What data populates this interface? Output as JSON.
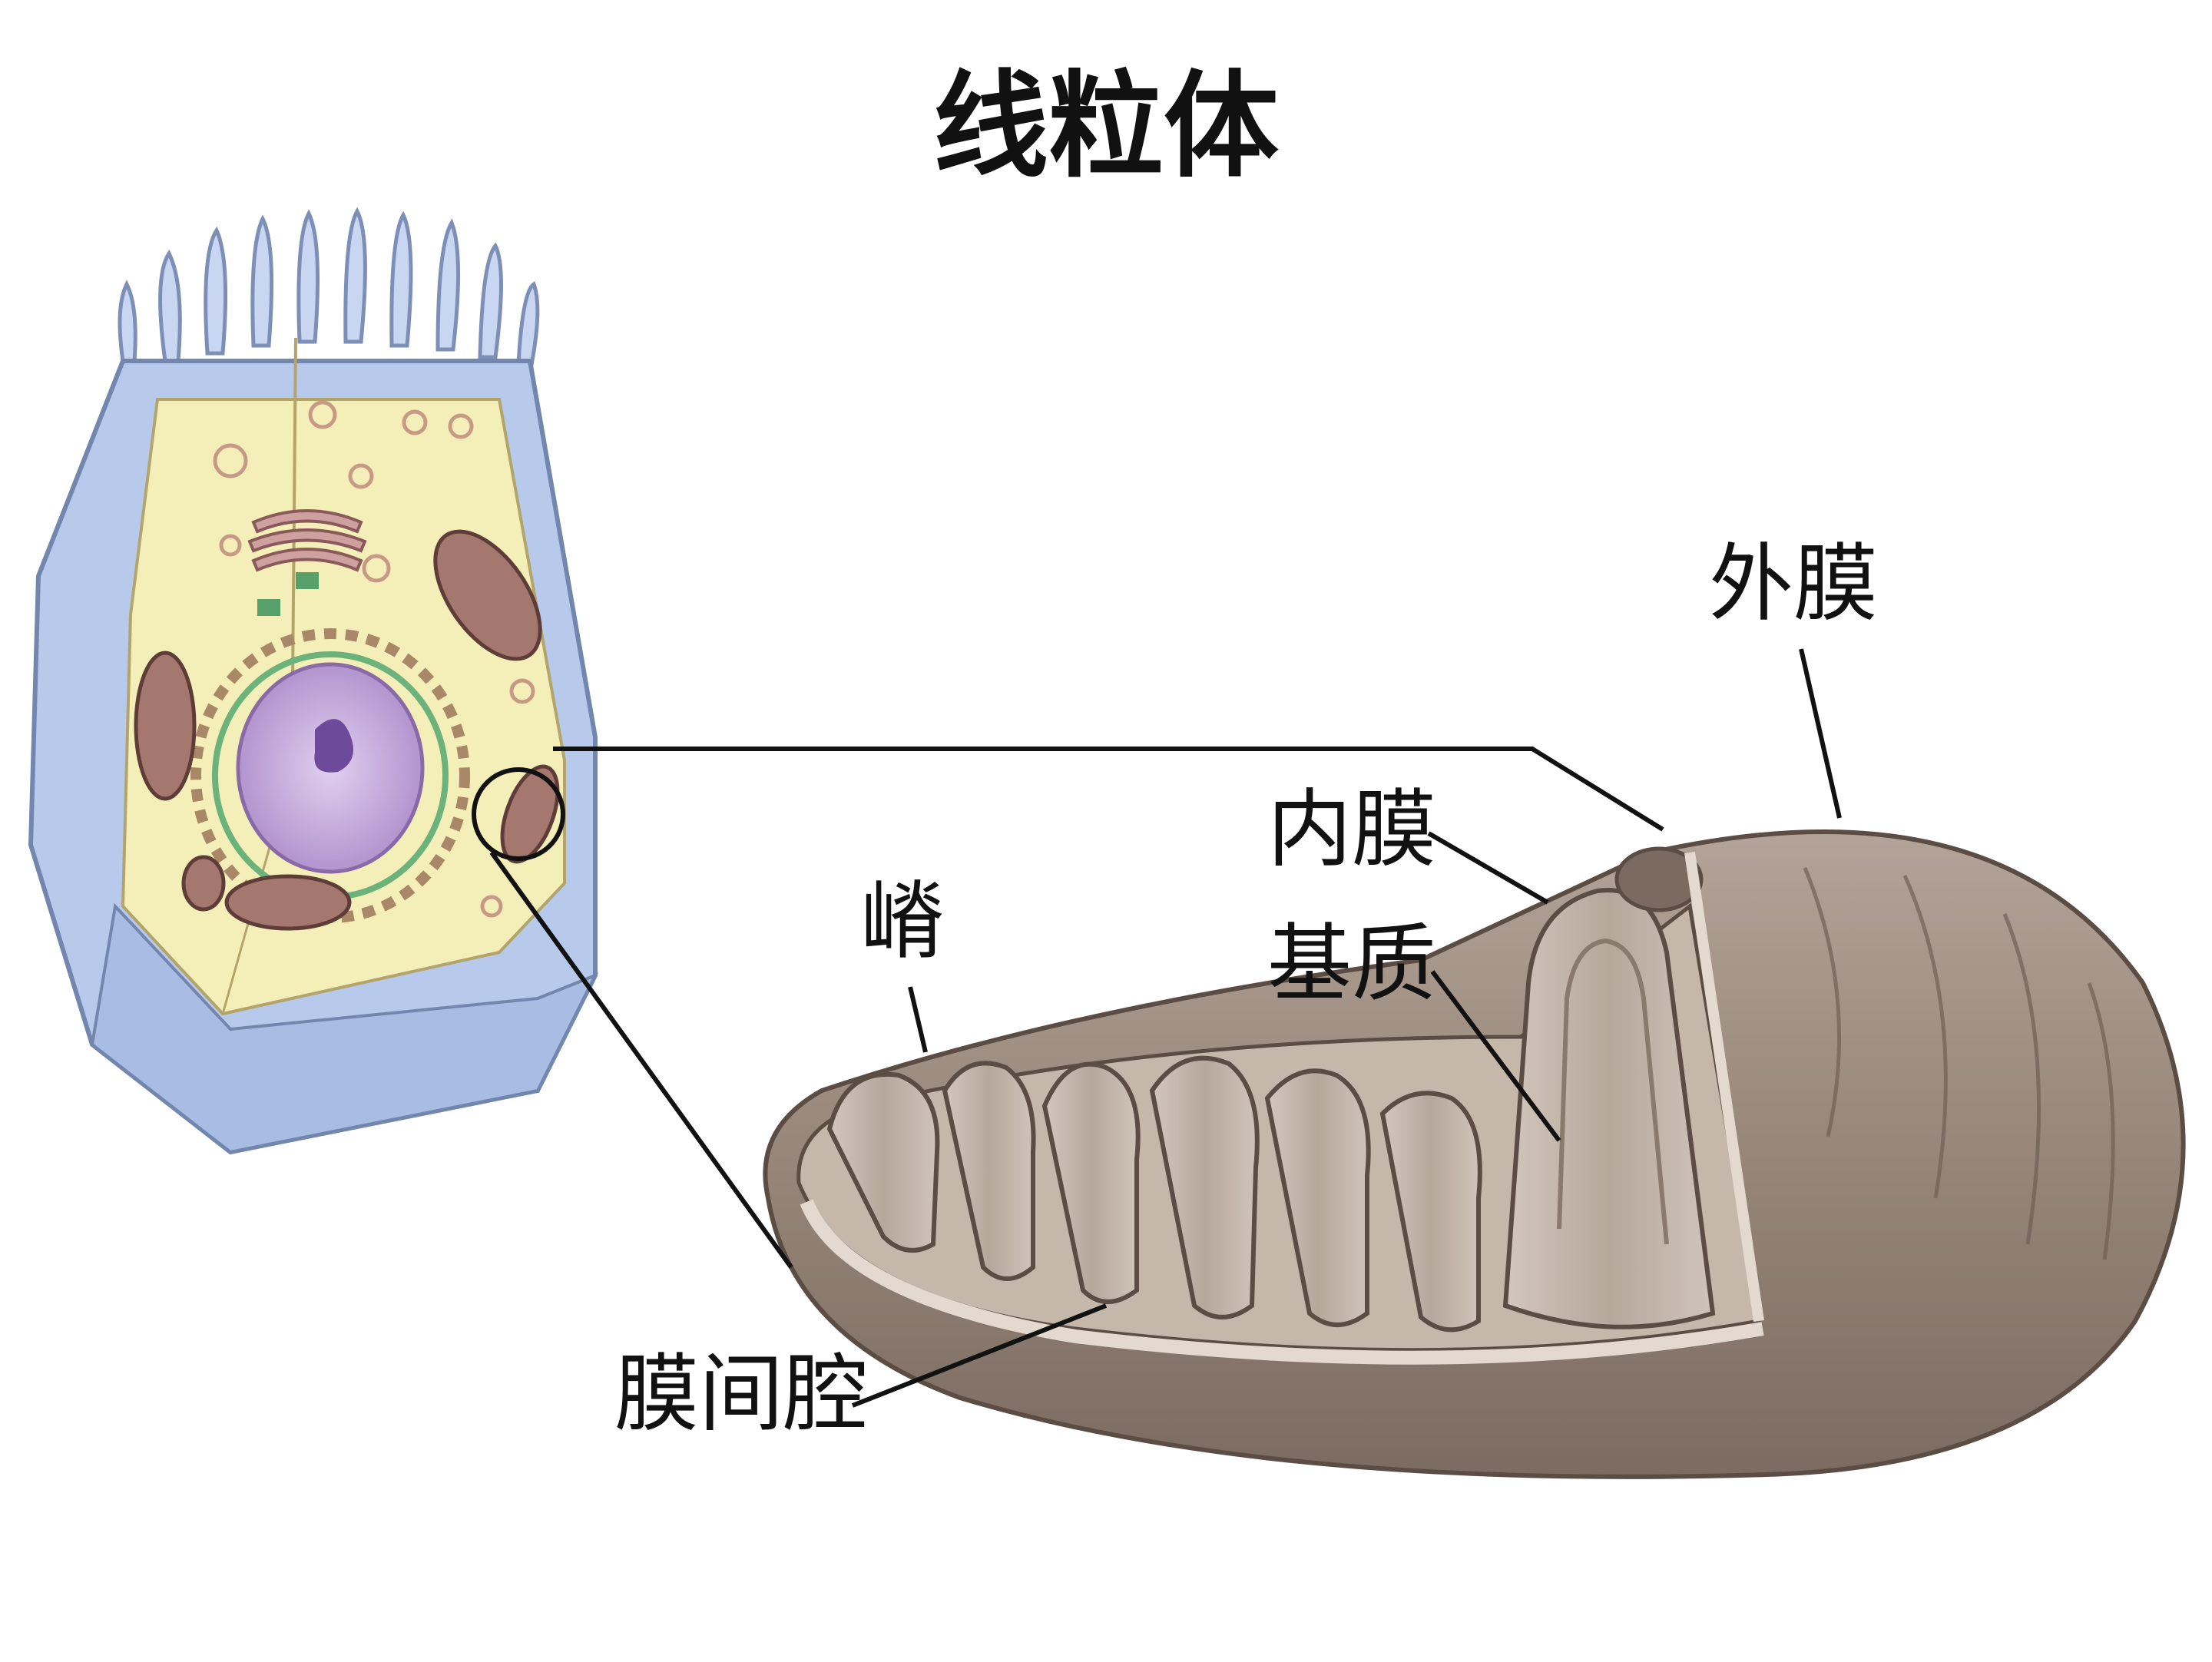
{
  "title": "线粒体",
  "labels": {
    "outer_membrane": "外膜",
    "inner_membrane": "内膜",
    "matrix": "基质",
    "crista": "嵴",
    "intermembrane_space": "膜间腔"
  },
  "colors": {
    "cell_membrane": "#b8caec",
    "cytoplasm": "#f4efb8",
    "nucleus": "#c3a6d8",
    "mitochondrion": "#9d8c81",
    "mitochondrion_dark": "#6f5f56",
    "mitochondrion_light": "#c9bcb2",
    "leader": "#111111"
  }
}
